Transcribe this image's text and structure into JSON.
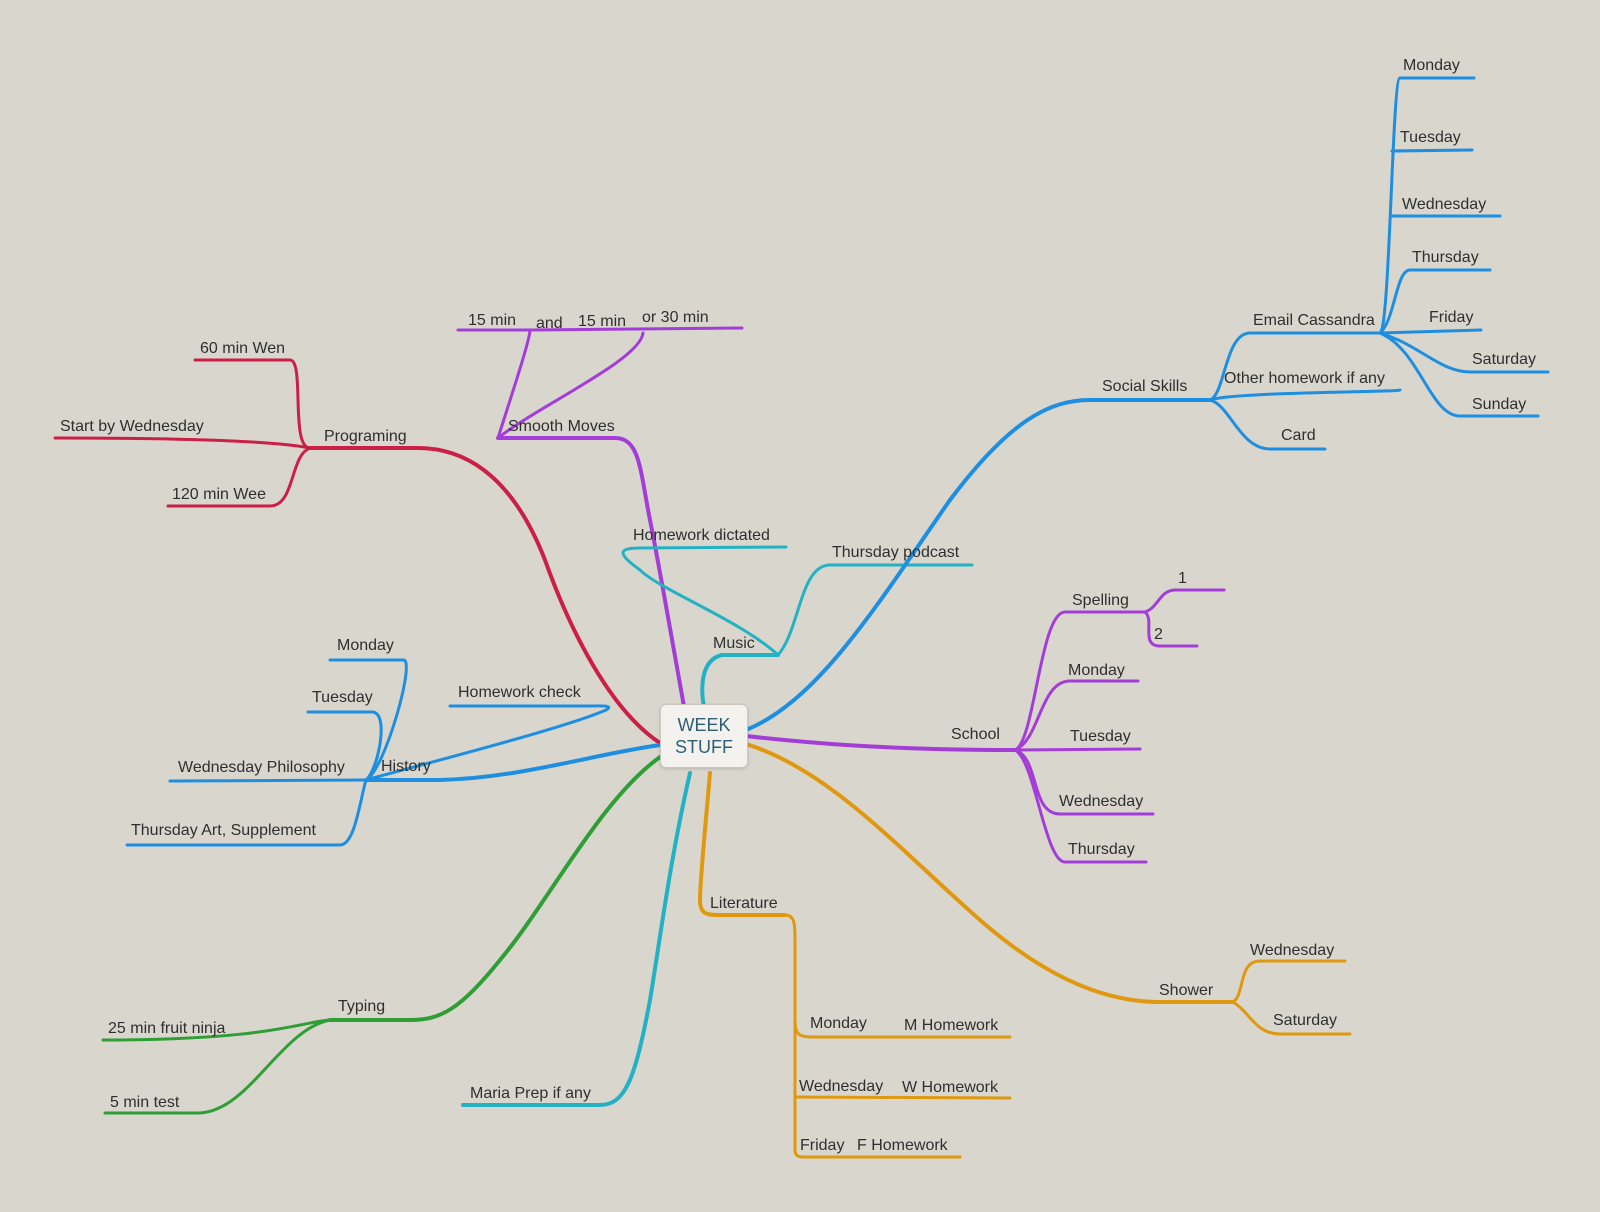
{
  "center": {
    "line1": "WEEK",
    "line2": "STUFF"
  },
  "colors": {
    "programing": "#cc1f47",
    "smooth_moves": "#a43dd8",
    "homework": "#22b2c4",
    "social": "#1e8fe0",
    "school": "#a43dd8",
    "shower": "#e0980e",
    "literature": "#e0980e",
    "history": "#1e8fe0",
    "typing": "#2e9e35",
    "maria": "#22b2c4"
  },
  "programing": {
    "label": "Programing",
    "children": [
      "60 min Wen",
      "Start by Wednesday",
      "120 min Wee"
    ]
  },
  "smooth_moves": {
    "label": "Smooth Moves",
    "children": [
      "15 min",
      "and",
      "15 min",
      "or 30 min"
    ]
  },
  "homework_dictated": {
    "label": "Homework dictated"
  },
  "music": {
    "label": "Music"
  },
  "thursday_podcast": {
    "label": "Thursday podcast"
  },
  "social_skills": {
    "label": "Social Skills",
    "email": "Email Cassandra",
    "other": "Other homework if any",
    "card": "Card",
    "days": [
      "Monday",
      "Tuesday",
      "Wednesday",
      "Thursday",
      "Friday",
      "Saturday",
      "Sunday"
    ]
  },
  "school": {
    "label": "School",
    "spelling": "Spelling",
    "spelling_items": [
      "1",
      "2"
    ],
    "days": [
      "Monday",
      "Tuesday",
      "Wednesday",
      "Thursday"
    ]
  },
  "shower": {
    "label": "Shower",
    "days": [
      "Wednesday",
      "Saturday"
    ]
  },
  "literature": {
    "label": "Literature",
    "items": [
      {
        "day": "Monday",
        "hw": "M Homework"
      },
      {
        "day": "Wednesday",
        "hw": "W Homework"
      },
      {
        "day": "Friday",
        "hw": "F Homework"
      }
    ]
  },
  "maria_prep": {
    "label": "Maria Prep if any"
  },
  "typing": {
    "label": "Typing",
    "children": [
      "25 min fruit ninja",
      "5 min test"
    ]
  },
  "history": {
    "label": "History",
    "homework_check": "Homework check",
    "children": [
      "Monday",
      "Tuesday",
      "Wednesday Philosophy",
      "Thursday Art, Supplement"
    ]
  }
}
